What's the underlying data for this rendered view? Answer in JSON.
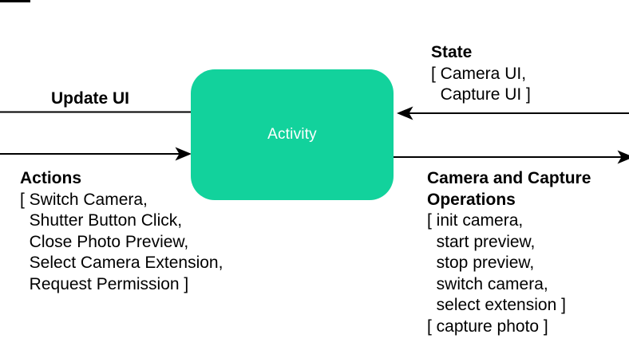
{
  "diagram": {
    "colors": {
      "box_fill": "#12d29c",
      "box_text": "#ffffff",
      "line": "#000000",
      "text": "#000000"
    },
    "activity_box": {
      "label": "Activity"
    },
    "update_ui": {
      "label": "Update UI"
    },
    "actions": {
      "title": "Actions",
      "items": [
        "[ Switch Camera,",
        "  Shutter Button Click,",
        "  Close Photo Preview,",
        "  Select Camera Extension,",
        "  Request Permission ]"
      ]
    },
    "state": {
      "title": "State",
      "items": [
        "[ Camera UI,",
        "  Capture UI ]"
      ]
    },
    "operations": {
      "title": [
        "Camera and Capture",
        "Operations"
      ],
      "items": [
        "[ init camera,",
        "  start preview,",
        "  stop preview,",
        "  switch camera,",
        "  select extension ]",
        "[ capture photo ]"
      ]
    }
  }
}
